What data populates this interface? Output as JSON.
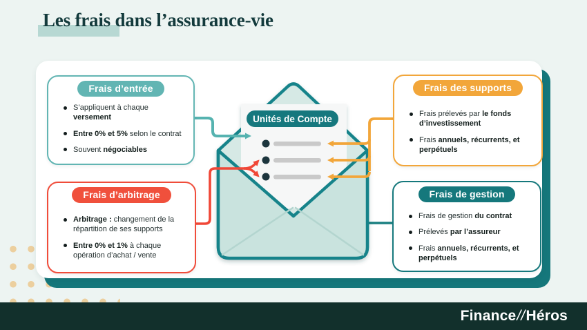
{
  "page": {
    "title": "Les frais dans l’assurance-vie"
  },
  "envelope": {
    "label": "Unités de Compte"
  },
  "boxes": {
    "entree": {
      "title": "Frais d’entrée",
      "color": "#62b5b3",
      "bullets": [
        [
          {
            "text": "S’appliquent à chaque ",
            "bold": false
          },
          {
            "text": "versement",
            "bold": true
          }
        ],
        [
          {
            "text": "Entre 0% et 5%",
            "bold": true
          },
          {
            "text": " selon le contrat",
            "bold": false
          }
        ],
        [
          {
            "text": "Souvent ",
            "bold": false
          },
          {
            "text": "négociables",
            "bold": true
          }
        ]
      ]
    },
    "arbitrage": {
      "title": "Frais d’arbitrage",
      "color": "#f04c3a",
      "bullets": [
        [
          {
            "text": "Arbitrage : ",
            "bold": true
          },
          {
            "text": "changement de la répartition de ses supports",
            "bold": false
          }
        ],
        [
          {
            "text": "Entre 0% et 1%",
            "bold": true
          },
          {
            "text": " à chaque opération d’achat / vente",
            "bold": false
          }
        ]
      ]
    },
    "supports": {
      "title": "Frais des supports",
      "color": "#f2a63a",
      "bullets": [
        [
          {
            "text": "Frais prélevés par ",
            "bold": false
          },
          {
            "text": "le fonds d’investissement",
            "bold": true
          }
        ],
        [
          {
            "text": "Frais ",
            "bold": false
          },
          {
            "text": "annuels, récurrents, et perpétuels",
            "bold": true
          }
        ]
      ]
    },
    "gestion": {
      "title": "Frais de gestion",
      "color": "#15787c",
      "bullets": [
        [
          {
            "text": "Frais de gestion ",
            "bold": false
          },
          {
            "text": "du contrat",
            "bold": true
          }
        ],
        [
          {
            "text": "Prélevés ",
            "bold": false
          },
          {
            "text": "par l’assureur",
            "bold": true
          }
        ],
        [
          {
            "text": "Frais ",
            "bold": false
          },
          {
            "text": "annuels, récurrents, et perpétuels",
            "bold": true
          }
        ]
      ]
    }
  },
  "footer": {
    "logo_part1": "Finance",
    "logo_slashes": "//",
    "logo_part2": "Héros"
  },
  "colors": {
    "teal": "#62b5b3",
    "red": "#f04c3a",
    "yellow": "#f2a63a",
    "dark_teal": "#15787c",
    "envelope_border": "#17838a",
    "background": "#edf4f2",
    "footer_bar": "#12302c",
    "title_text": "#133a3c",
    "title_highlight": "#b7d8d3",
    "dots": "#eccf9e"
  }
}
